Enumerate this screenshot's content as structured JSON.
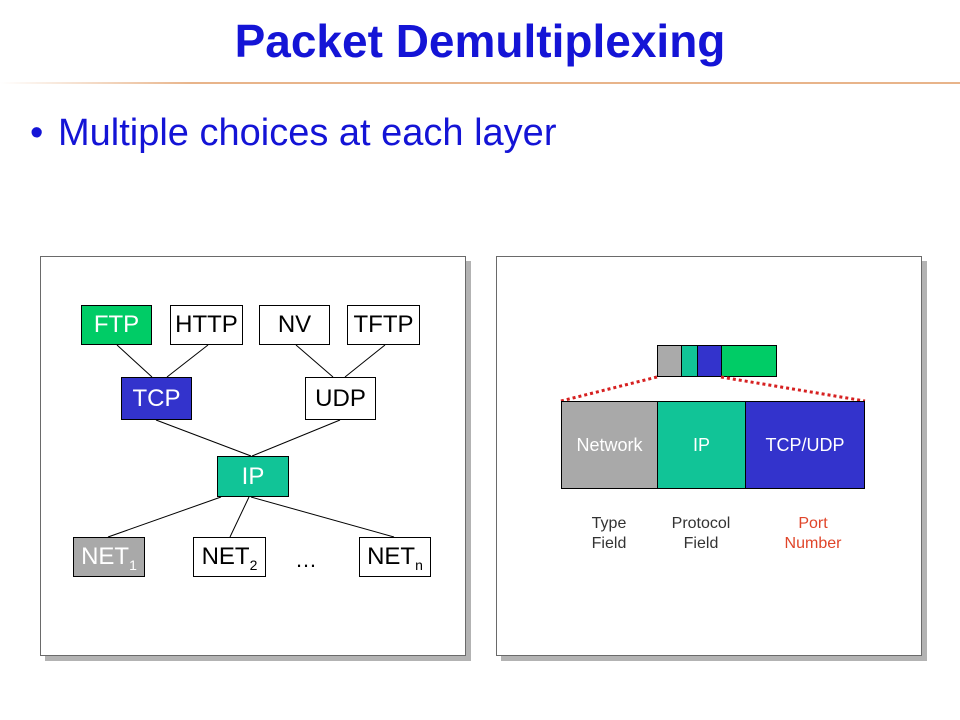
{
  "slide": {
    "title": "Packet Demultiplexing",
    "bullet": "Multiple choices at each layer"
  },
  "left_diagram": {
    "app_layer": [
      {
        "label": "FTP",
        "fill": "#00cc66",
        "text_color": "#ffffff"
      },
      {
        "label": "HTTP",
        "fill": "#ffffff",
        "text_color": "#000000"
      },
      {
        "label": "NV",
        "fill": "#ffffff",
        "text_color": "#000000"
      },
      {
        "label": "TFTP",
        "fill": "#ffffff",
        "text_color": "#000000"
      }
    ],
    "transport_layer": [
      {
        "label": "TCP",
        "fill": "#3333cc",
        "text_color": "#ffffff"
      },
      {
        "label": "UDP",
        "fill": "#ffffff",
        "text_color": "#000000"
      }
    ],
    "network_layer": {
      "label": "IP",
      "fill": "#11c497",
      "text_color": "#ffffff"
    },
    "link_layer": [
      {
        "label": "NET",
        "subscript": "1",
        "fill": "#a9a9a9",
        "text_color": "#ffffff"
      },
      {
        "label": "NET",
        "subscript": "2",
        "fill": "#ffffff",
        "text_color": "#000000"
      },
      {
        "label": "NET",
        "subscript": "n",
        "fill": "#ffffff",
        "text_color": "#000000"
      }
    ],
    "ellipsis": "…"
  },
  "right_diagram": {
    "header_segment_colors": [
      "#aaaaaa",
      "#11c497",
      "#3333cc",
      "#00cc66"
    ],
    "expanded_segments": [
      {
        "label": "Network",
        "fill": "#a9a9a9"
      },
      {
        "label": "IP",
        "fill": "#11c497"
      },
      {
        "label": "TCP/UDP",
        "fill": "#3333cc"
      }
    ],
    "field_labels": [
      {
        "line1": "Type",
        "line2": "Field",
        "color": "#333333"
      },
      {
        "line1": "Protocol",
        "line2": "Field",
        "color": "#333333"
      },
      {
        "line1": "Port",
        "line2": "Number",
        "color": "#e0452a"
      }
    ],
    "dotted_line_color": "#d62020"
  }
}
